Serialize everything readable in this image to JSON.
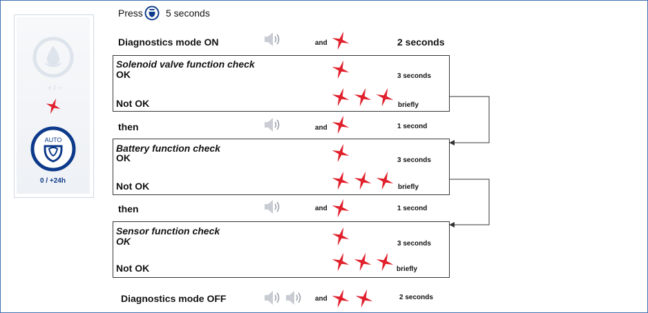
{
  "device": {
    "plus_minus_label": "+ / −",
    "auto_label": "AUTO",
    "range_label": "0 / +24h",
    "colors": {
      "blue": "#0d3a8a",
      "faded": "#dfe6ee",
      "red": "#e0202c"
    }
  },
  "header": {
    "press_prefix": "Press",
    "press_suffix": "5 seconds",
    "on_label": "Diagnostics mode ON",
    "on_and": "and",
    "on_duration": "2 seconds"
  },
  "checks": [
    {
      "title": "Solenoid valve function check",
      "ok_label": "OK",
      "ok_duration": "3 seconds",
      "notok_label": "Not OK",
      "notok_duration": "briefly"
    },
    {
      "title": "Battery function check",
      "ok_label": "OK",
      "ok_duration": "3 seconds",
      "notok_label": "Not OK",
      "notok_duration": "briefly"
    },
    {
      "title": "Sensor function check",
      "ok_label": "OK",
      "ok_duration": "3 seconds",
      "notok_label": "Not OK",
      "notok_duration": "briefly"
    }
  ],
  "then_rows": [
    {
      "label": "then",
      "and": "and",
      "duration": "1 second"
    },
    {
      "label": "then",
      "and": "and",
      "duration": "1 second"
    }
  ],
  "footer": {
    "off_label": "Diagnostics mode OFF",
    "off_and": "and",
    "off_duration": "2 seconds"
  }
}
